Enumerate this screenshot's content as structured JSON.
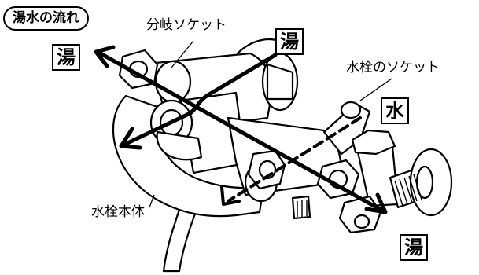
{
  "title": "湯水の流れ",
  "labels": {
    "branch_socket": "分岐ソケット",
    "faucet_socket": "水栓のソケット",
    "faucet_body": "水栓本体"
  },
  "tags": {
    "hot_top_left": "湯",
    "hot_top_center": "湯",
    "cold_right": "水",
    "hot_bottom_right": "湯"
  },
  "legend_lines": {
    "hot": "solid",
    "cold": "dashed"
  }
}
